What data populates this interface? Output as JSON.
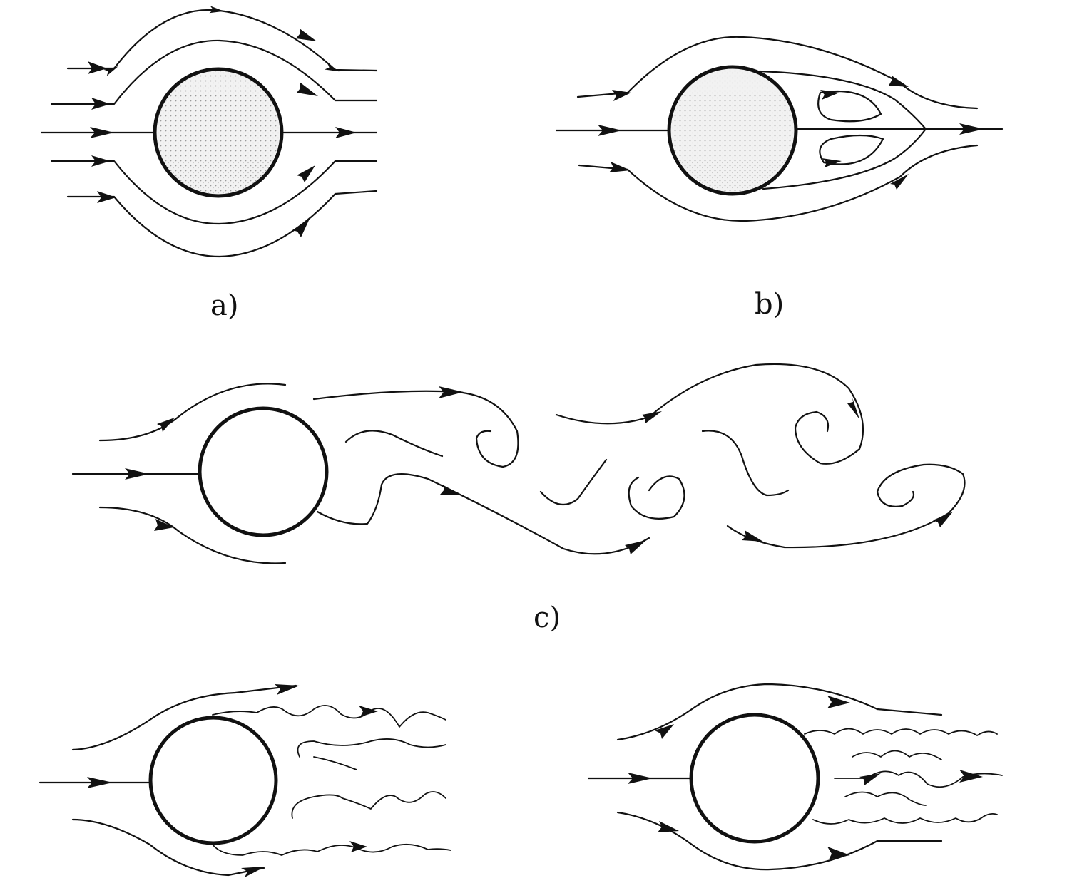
{
  "figure": {
    "panels": [
      {
        "id": "a",
        "label": "a)"
      },
      {
        "id": "b",
        "label": "b)"
      },
      {
        "id": "c",
        "label": "c)"
      },
      {
        "id": "d",
        "label": ""
      },
      {
        "id": "e",
        "label": ""
      }
    ]
  },
  "colors": {
    "line": "#111111",
    "background": "#ffffff",
    "stipple": "#9a9a9a"
  }
}
